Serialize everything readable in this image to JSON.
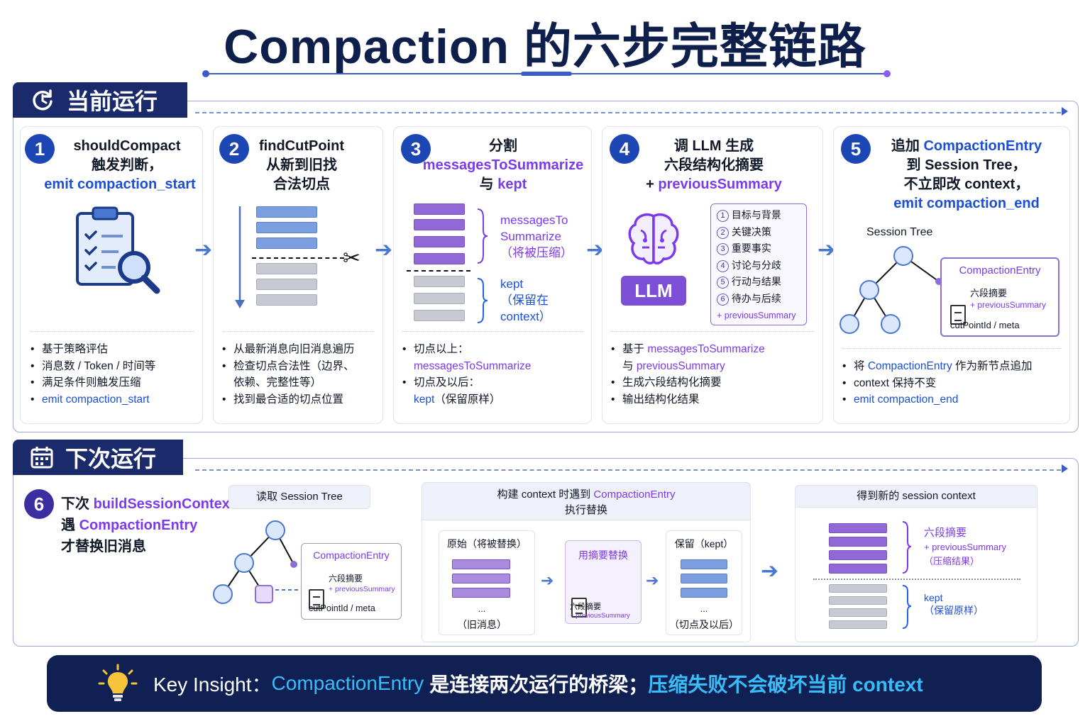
{
  "title": "Compaction 的六步完整链路",
  "colors": {
    "navy": "#1b2a6b",
    "blue": "#1d4ed8",
    "purple": "#7c3aed",
    "cyan": "#38bdf8"
  },
  "section_current": {
    "label": "当前运行",
    "icon": "refresh-icon"
  },
  "section_next": {
    "label": "下次运行",
    "icon": "calendar-icon"
  },
  "steps": [
    {
      "num": "1",
      "title_lines": [
        "shouldCompact",
        "触发判断，",
        "emit compaction_start"
      ],
      "icon": "clipboard-search-icon",
      "bullets": [
        "基于策略评估",
        "消息数 / Token / 时间等",
        "满足条件则触发压缩",
        "emit compaction_start"
      ]
    },
    {
      "num": "2",
      "title_lines": [
        "findCutPoint",
        "从新到旧找",
        "合法切点"
      ],
      "icon": "scissors-icon",
      "bullets": [
        "从最新消息向旧消息遍历",
        "检查切点合法性（边界、",
        "依赖、完整性等）",
        "找到最合适的切点位置"
      ]
    },
    {
      "num": "3",
      "title_lines": [
        "分割",
        "messagesToSummarize",
        "与",
        "kept"
      ],
      "diagram_labels": {
        "summarize_a": "messagesTo",
        "summarize_b": "Summarize",
        "summarize_c": "（将被压缩）",
        "kept_a": "kept",
        "kept_b": "（保留在",
        "kept_c": "context）"
      },
      "bullets": [
        "切点以上：",
        "messagesToSummarize",
        "切点及以后：",
        "kept",
        "（保留原样）"
      ]
    },
    {
      "num": "4",
      "title_lines": [
        "调 LLM 生成",
        "六段结构化摘要",
        "+",
        "previousSummary"
      ],
      "llm_label": "LLM",
      "icon": "brain-icon",
      "list": [
        "目标与背景",
        "关键决策",
        "重要事实",
        "讨论与分歧",
        "行动与结果",
        "待办与后续"
      ],
      "list_nums": [
        "1",
        "2",
        "3",
        "4",
        "5",
        "6"
      ],
      "list_footer": "+ previousSummary",
      "bullets": [
        "基于",
        "messagesToSummarize",
        "与",
        "previousSummary",
        "生成六段结构化摘要",
        "输出结构化结果"
      ]
    },
    {
      "num": "5",
      "title_lines": [
        "追加",
        "CompactionEntry",
        "到 Session Tree，",
        "不立即改 context，",
        "emit compaction_end"
      ],
      "tree_label": "Session Tree",
      "entry": {
        "title": "CompactionEntry",
        "summary": "六段摘要",
        "prev": "+ previousSummary",
        "meta": "cutPointId / meta"
      },
      "bullets": [
        "将",
        "CompactionEntry",
        "作为新节点追加",
        "context 保持不变",
        "emit compaction_end"
      ]
    }
  ],
  "step6": {
    "num": "6",
    "lines": [
      "下次",
      "buildSessionContext",
      "遇",
      "CompactionEntry",
      "才替换旧消息"
    ],
    "read_tree": "读取 Session Tree",
    "entry": {
      "title": "CompactionEntry",
      "summary": "六段摘要",
      "prev": "+ previousSummary",
      "meta": "cutPointId / meta"
    },
    "build_header_a": "构建 context 时遇到",
    "build_header_b": "CompactionEntry",
    "build_header_c": "执行替换",
    "original": {
      "title": "原始（将被替换）",
      "dots": "...",
      "footer": "（旧消息）"
    },
    "replace": {
      "title": "用摘要替换",
      "summary": "六段摘要",
      "prev": "+ previousSummary"
    },
    "kept": {
      "title": "保留（kept）",
      "dots": "...",
      "footer": "（切点及以后）"
    },
    "result_header": "得到新的 session context",
    "result_summary_a": "六段摘要",
    "result_summary_b": "+ previousSummary",
    "result_summary_c": "（压缩结果）",
    "result_kept_a": "kept",
    "result_kept_b": "（保留原样）"
  },
  "insight": {
    "prefix": "Key Insight：",
    "entry": "CompactionEntry",
    "middle": "是连接两次运行的桥梁；",
    "tail": "压缩失败不会破坏当前 context",
    "icon": "lightbulb-icon"
  }
}
